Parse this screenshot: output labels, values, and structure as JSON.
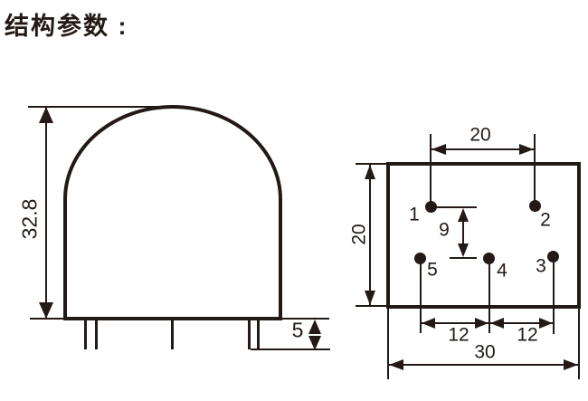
{
  "title": "结构参数 :",
  "colors": {
    "ink": "#231916",
    "background": "#ffffff"
  },
  "front_view": {
    "height_dim": "32.8",
    "pin_length_dim": "5"
  },
  "bottom_view": {
    "top_pin_pitch_dim": "20",
    "body_depth_dim": "20",
    "row_spacing_dim": "9",
    "pitch_5_to_4_dim": "12",
    "pitch_4_to_3_dim": "12",
    "body_width_dim": "30",
    "pins": {
      "p1": "1",
      "p2": "2",
      "p3": "3",
      "p4": "4",
      "p5": "5"
    }
  }
}
